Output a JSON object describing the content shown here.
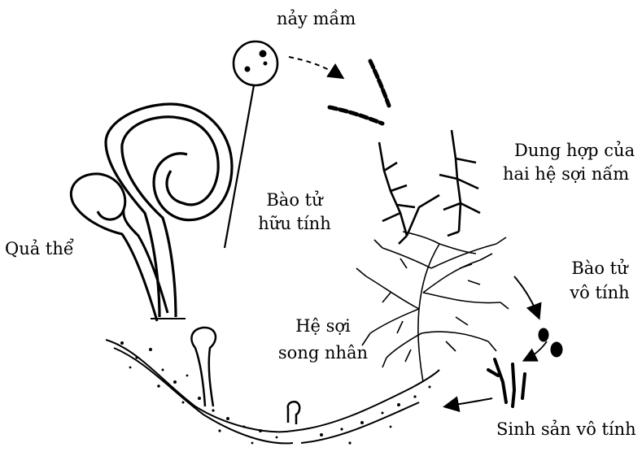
{
  "diagram": {
    "labels": {
      "germination": "nảy mầm",
      "fusion_line1": "Dung hợp của",
      "fusion_line2": "hai hệ sợi nấm",
      "sexual_spore_line1": "Bào tử",
      "sexual_spore_line2": "hữu tính",
      "fruiting_body": "Quả thể",
      "asexual_spore_line1": "Bào tử",
      "asexual_spore_line2": "vô tính",
      "dikaryon_line1": "Hệ sợi",
      "dikaryon_line2": "song nhân",
      "asexual_reproduction": "Sinh sản vô tính"
    },
    "colors": {
      "ink": "#000000",
      "background": "#ffffff"
    }
  }
}
